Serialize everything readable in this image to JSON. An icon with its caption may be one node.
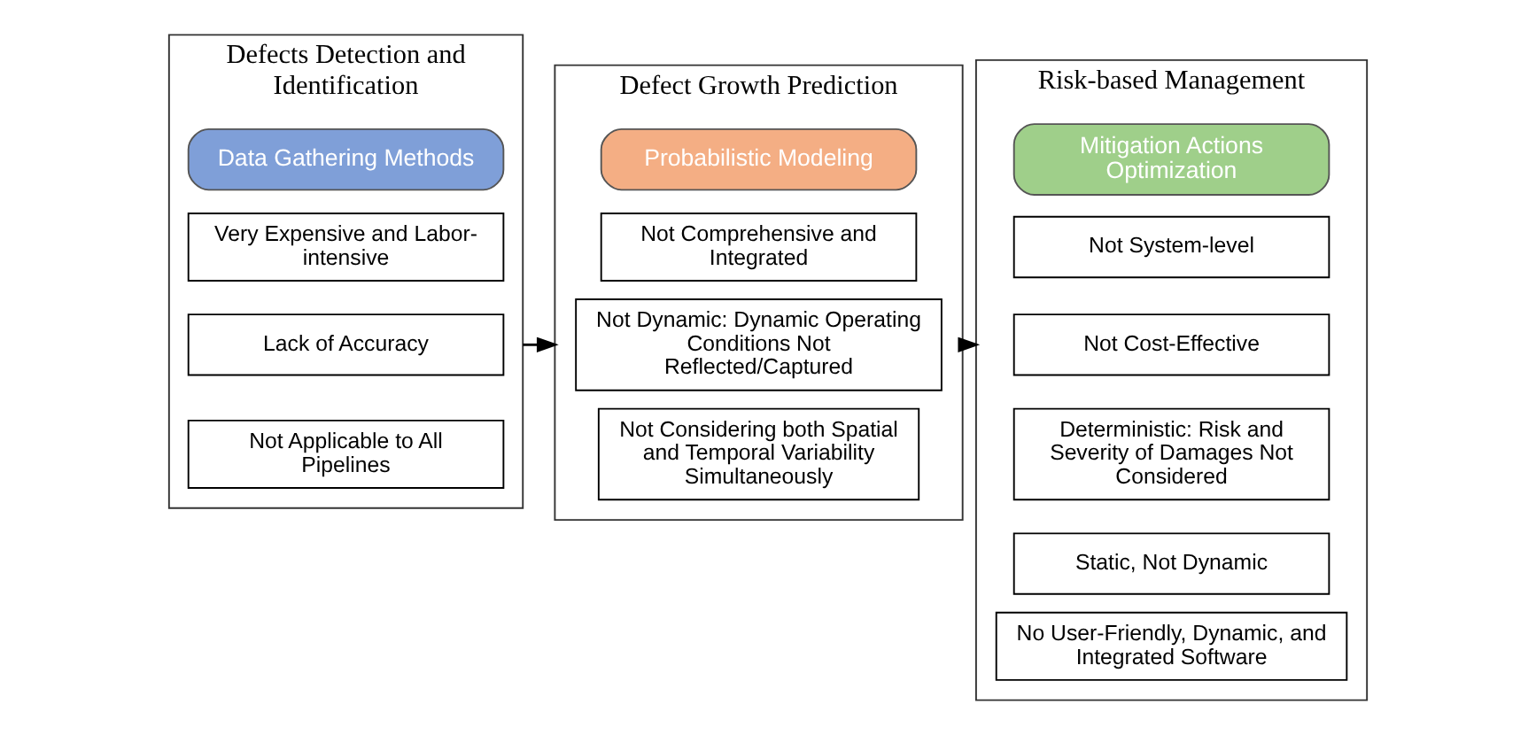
{
  "diagram": {
    "nodes": [
      {
        "text": [
          "Defects Detection and Identification"
        ]
      },
      {
        "text": [
          "Data Gathering Methods"
        ],
        "in": 0
      },
      {
        "text": [
          "Very Expensive and Labor-intensive"
        ],
        "in": 0
      },
      {
        "text": [
          "Lack of Accuracy"
        ],
        "in": 0
      },
      {
        "text": [
          "Not Applicable to All Pipelines"
        ],
        "in": 0
      },
      {
        "text": [
          "Defect Growth Prediction"
        ]
      },
      {
        "text": [
          "Probabilistic Modeling"
        ],
        "in": 5
      },
      {
        "text": [
          "Not Comprehensive and Integrated"
        ],
        "in": 5
      },
      {
        "text": [
          "Not Dynamic: Dynamic Operating Conditions Not Reflected/Captured"
        ],
        "in": 5
      },
      {
        "text": [
          "Not Considering both Spatial and Temporal Variability Simultaneously"
        ],
        "in": 5
      },
      {
        "text": [
          "Risk-based Management"
        ]
      },
      {
        "text": [
          "Mitigation Actions Optimization"
        ],
        "in": 10
      },
      {
        "text": [
          "Not System-level"
        ],
        "in": 10
      },
      {
        "text": [
          "Not Cost-Effective"
        ],
        "in": 10
      },
      {
        "text": [
          "Deterministic: Risk and Severity of Damages Not Considered"
        ],
        "in": 10
      },
      {
        "text": [
          "Static, Not Dynamic"
        ],
        "in": 10
      },
      {
        "text": [
          "No User-Friendly, Dynamic, and Integrated Software"
        ],
        "in": 10
      }
    ],
    "edges": [
      {
        "from": 0,
        "to": 5,
        "arrow": "to"
      },
      {
        "from": 5,
        "to": 10,
        "arrow": "to"
      }
    ]
  }
}
